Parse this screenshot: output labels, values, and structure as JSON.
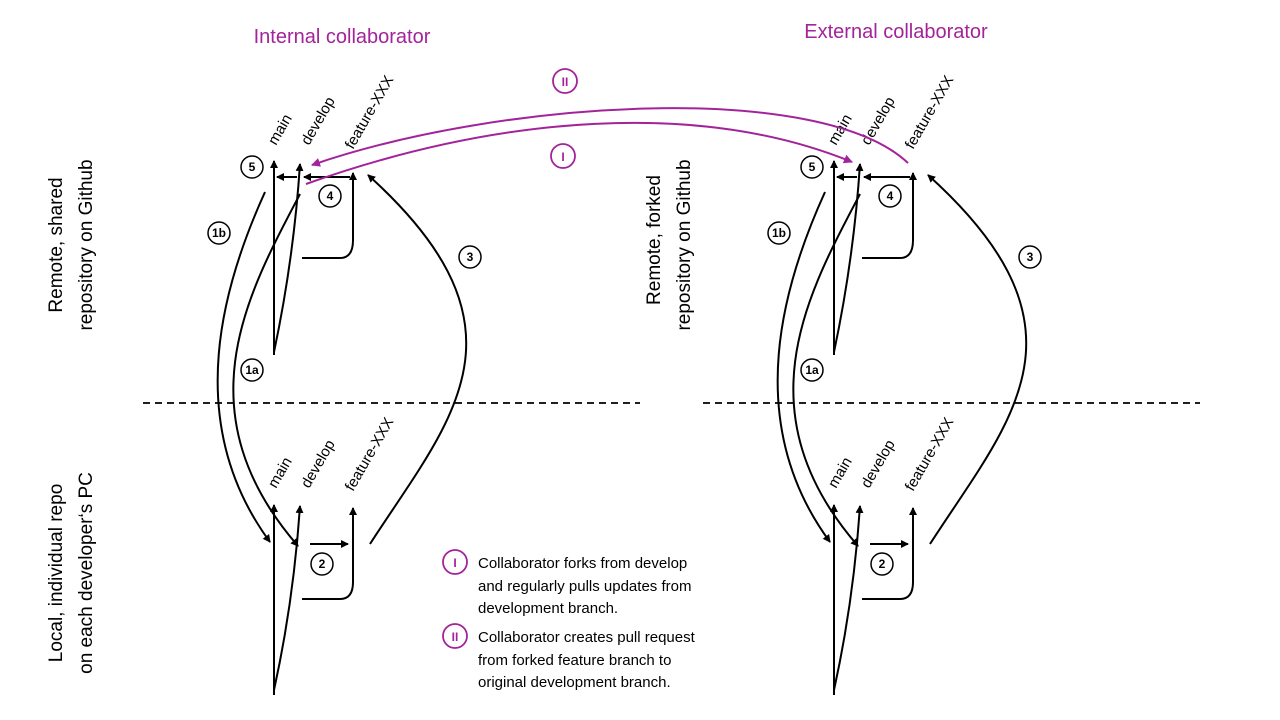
{
  "headings": {
    "internal": "Internal collaborator",
    "external": "External collaborator"
  },
  "side_labels": {
    "remote_line1": "Remote, shared",
    "remote_line2": "repository on Github",
    "local_line1": "Local, individual repo",
    "local_line2": "on each developer‘s PC",
    "forked_line1": "Remote, forked",
    "forked_line2": "repository on Github"
  },
  "branches": {
    "main": "main",
    "develop": "develop",
    "feature": "feature-XXX"
  },
  "steps": {
    "s1a": "1a",
    "s1b": "1b",
    "s2": "2",
    "s3": "3",
    "s4": "4",
    "s5": "5"
  },
  "roman": {
    "I": "I",
    "II": "II"
  },
  "legend": {
    "item1_line1": "Collaborator forks from develop",
    "item1_line2": "and regularly pulls updates from",
    "item1_line3": "development branch.",
    "item2_line1": "Collaborator creates pull request",
    "item2_line2": "from forked feature branch to",
    "item2_line3": "original development branch."
  },
  "colors": {
    "accent": "#a3239a",
    "line": "#000000"
  }
}
